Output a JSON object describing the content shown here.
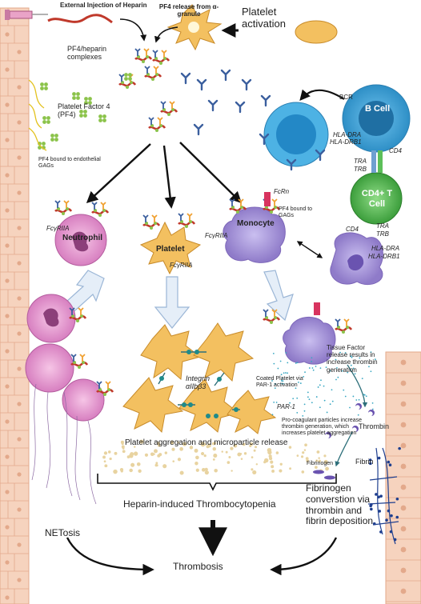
{
  "labels": {
    "external_injection": "External Injection of Heparin",
    "pf4_release": "PF4 release from α-granule",
    "platelet_activation": "Platelet activation",
    "pf4_heparin_complexes": "PF4/heparin complexes",
    "platelet_factor_4": "Platelet Factor 4 (PF4)",
    "pf4_bound_endothelial": "PF4 bound to endothelial GAGs",
    "bcr": "BCR",
    "b_cell": "B Cell",
    "hla_dra_top": "HLA-DRA",
    "hla_drb1_top": "HLA-DRB1",
    "cd4_top": "CD4",
    "tra_top": "TRA",
    "trb_top": "TRB",
    "cd4_t_cell": "CD4+ T Cell",
    "cd4_bottom": "CD4",
    "tra_bottom": "TRA",
    "trb_bottom": "TRB",
    "hla_dra_bottom": "HLA-DRA",
    "hla_drb1_bottom": "HLA-DRB1",
    "fcrn": "FcRn",
    "pf4_bound_gags": "PF4 bound to GAGs",
    "fcgriia_neutrophil": "FcγRIIA",
    "neutrophil": "Neutrophil",
    "platelet": "Platelet",
    "fcgriia_platelet": "FcγRIIA",
    "fcgriia_monocyte": "FcγRIIA",
    "monocyte": "Monocyte",
    "integrin": "Integrin αIIbβ3",
    "coated_platelet": "Coated Platelet via PAR-1 activation",
    "tissue_factor": "Tissue Factor release results in increase thrombin generation",
    "par1": "PAR-1",
    "procoagulant": "Pro-coagulant particles increase thrombin generation, which increases platelet aggregation",
    "thrombin": "Thrombin",
    "platelet_aggregation": "Platelet aggregation and microparticle release",
    "fibrinogen": "Fibrinogen",
    "fibrin": "Fibrin",
    "hit": "Heparin-induced Thrombocytopenia",
    "netosis": "NETosis",
    "fibrinogen_conversion": "Fibrinogen converstion via thrombin and fibrin deposition",
    "thrombosis": "Thrombosis"
  },
  "colors": {
    "endothelium_fill": "#f6d3be",
    "endothelium_stroke": "#e3a98b",
    "heparin": "#c0392b",
    "pf4_green": "#8bc34a",
    "b_cell": "#3aa6dc",
    "t_cell": "#5cbf5a",
    "neutrophil": "#e89ad0",
    "platelet": "#f3c060",
    "monocyte": "#a996d6",
    "antibody": "#3b5f9e",
    "thrombin": "#6a53b0",
    "fibrin": "#1f3f8f"
  }
}
